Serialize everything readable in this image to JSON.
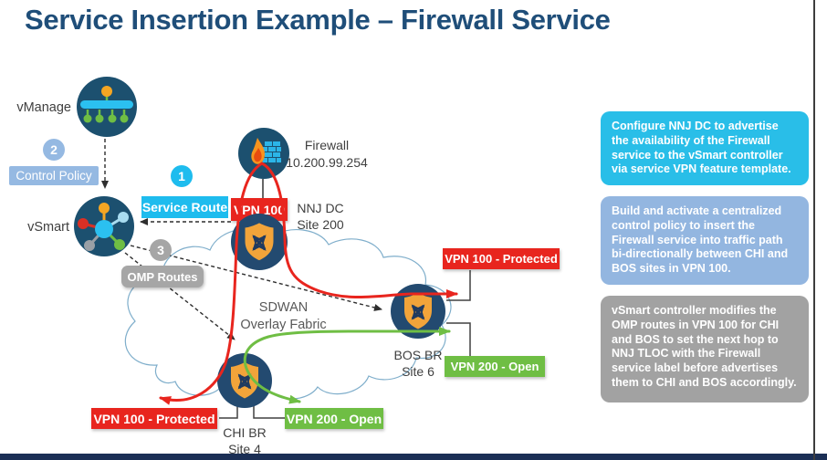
{
  "title": "Service Insertion Example – Firewall Service",
  "steps": {
    "s1": "1",
    "s2": "2",
    "s3": "3"
  },
  "nodes": {
    "vmanage": {
      "label": "vManage"
    },
    "vsmart": {
      "label": "vSmart"
    },
    "firewall": {
      "name": "Firewall",
      "ip": "10.200.99.254"
    },
    "nnj_dc": {
      "name": "NNJ DC",
      "site": "Site 200"
    },
    "bos_br": {
      "name": "BOS BR",
      "site": "Site 6"
    },
    "chi_br": {
      "name": "CHI BR",
      "site": "Site 4"
    }
  },
  "labels": {
    "control_policy": "Control Policy",
    "service_route": "Service Route",
    "vpn_100": "VPN 100",
    "omp_routes": "OMP Routes",
    "fabric_line1": "SDWAN",
    "fabric_line2": "Overlay Fabric"
  },
  "vpn_tags": {
    "bos_protected": "VPN 100 - Protected",
    "bos_open": "VPN 200 - Open",
    "chi_protected": "VPN 100 - Protected",
    "chi_open": "VPN 200 - Open"
  },
  "callouts": [
    {
      "text": "Configure NNJ DC to advertise the availability of the Firewall service to the vSmart controller via service VPN feature template."
    },
    {
      "text": "Build and activate a centralized control policy to insert the Firewall service into traffic path bi-directionally between CHI and BOS sites in VPN 100."
    },
    {
      "text": "vSmart controller modifies the OMP routes in VPN 100 for CHI and BOS to set the next hop to NNJ TLOC with the Firewall service label before advertises them to CHI and BOS accordingly."
    }
  ],
  "colors": {
    "title": "#1F4E79",
    "cyan": "#1EBCEE",
    "light_blue": "#95B9E2",
    "gray": "#A6A6A6",
    "red": "#E8251E",
    "green": "#6FBE44",
    "controller_navy": "#1C506F",
    "router_navy": "#234A70",
    "shield_orange": "#F2A43A",
    "cloud_stroke": "#7FAECB",
    "bottom_bar": "#1B2F55"
  }
}
